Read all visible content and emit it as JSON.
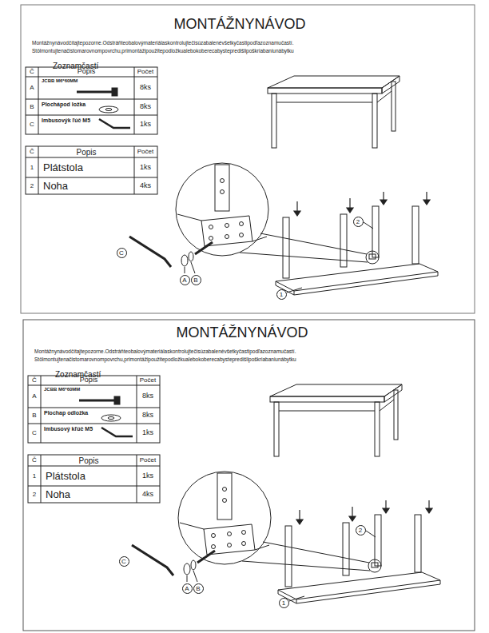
{
  "diagram": {
    "title": "MONTÁŽNYNÁVOD",
    "labels": [
      "Montážnynávodčítajtepozorne.Odstráňteobalovýmateriálaskontrolujtečisúzabalenévšetkyčastipodľazoznamučastí.",
      "Stôlmontujtenačistomarovnompovrchu,primontážipoužitepodložkualebokoberecabystepredišlipoškriabaniunábytku",
      "Zoznamčastí",
      "Č",
      "Popis",
      "Počet",
      "A",
      "JCBB M6*60MM",
      "8ks",
      "B",
      "Plochápod ložka",
      "8ks",
      "C",
      "Imbusovýk ľúč M5",
      "1ks",
      "Č",
      "Popis",
      "Počet",
      "1",
      "Plátstola",
      "1ks",
      "2",
      "Noha",
      "4ks",
      "C",
      "A",
      "B",
      "2",
      "1",
      "MONTÁŽNYNÁVOD",
      "Montážnynávodčítajtepozorne.Odstráňteobalovýmateriálaskontrolujtečisúzabalenévšetkyčastipodľazoznamučastí.",
      "Stôlmontujtenačistomarovnompovrchu,primontážipoužitepodložkualebokoberecabystepredišlipoškriabaniunábytku",
      "Zoznamčastí",
      "Č",
      "Popis",
      "Počet",
      "A",
      "JCBB M6*60MM",
      "8ks",
      "B",
      "Plochap odložka",
      "8ks",
      "C",
      "Imbusový kľúč M5",
      "1ks",
      "Č",
      "Popis",
      "Počet",
      "1",
      "Plátstola",
      "1ks",
      "2",
      "Noha",
      "4ks",
      "C",
      "A",
      "B",
      "2",
      "1"
    ]
  }
}
